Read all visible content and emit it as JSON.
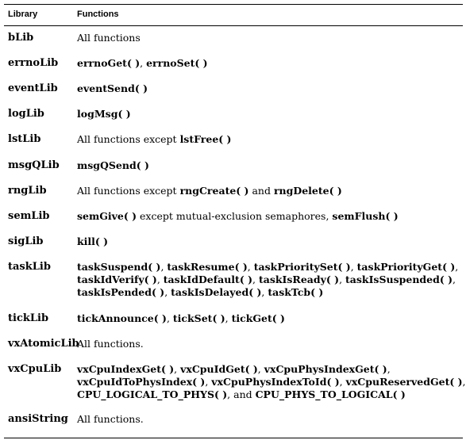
{
  "header": {
    "col_library": "Library",
    "col_functions": "Functions"
  },
  "rows": [
    {
      "library": "bLib",
      "lines": [
        [
          {
            "t": "All functions",
            "b": false
          }
        ]
      ]
    },
    {
      "library": "errnoLib",
      "lines": [
        [
          {
            "t": "errnoGet( )",
            "b": true
          },
          {
            "t": ", ",
            "b": false
          },
          {
            "t": "errnoSet( )",
            "b": true
          }
        ]
      ]
    },
    {
      "library": "eventLib",
      "lines": [
        [
          {
            "t": "eventSend( )",
            "b": true
          }
        ]
      ]
    },
    {
      "library": "logLib",
      "lines": [
        [
          {
            "t": "logMsg( )",
            "b": true
          }
        ]
      ]
    },
    {
      "library": "lstLib",
      "lines": [
        [
          {
            "t": "All functions except ",
            "b": false
          },
          {
            "t": "lstFree( )",
            "b": true
          }
        ]
      ]
    },
    {
      "library": "msgQLib",
      "lines": [
        [
          {
            "t": "msgQSend( )",
            "b": true
          }
        ]
      ]
    },
    {
      "library": "rngLib",
      "lines": [
        [
          {
            "t": "All functions except ",
            "b": false
          },
          {
            "t": "rngCreate( )",
            "b": true
          },
          {
            "t": " and ",
            "b": false
          },
          {
            "t": "rngDelete( )",
            "b": true
          }
        ]
      ]
    },
    {
      "library": "semLib",
      "lines": [
        [
          {
            "t": "semGive( )",
            "b": true
          },
          {
            "t": " except mutual-exclusion semaphores, ",
            "b": false
          },
          {
            "t": "semFlush( )",
            "b": true
          }
        ]
      ]
    },
    {
      "library": "sigLib",
      "lines": [
        [
          {
            "t": "kill( )",
            "b": true
          }
        ]
      ]
    },
    {
      "library": "taskLib",
      "lines": [
        [
          {
            "t": "taskSuspend( )",
            "b": true
          },
          {
            "t": ", ",
            "b": false
          },
          {
            "t": "taskResume( )",
            "b": true
          },
          {
            "t": ", ",
            "b": false
          },
          {
            "t": "taskPrioritySet( )",
            "b": true
          },
          {
            "t": ", ",
            "b": false
          },
          {
            "t": "taskPriorityGet( )",
            "b": true
          },
          {
            "t": ",",
            "b": false
          }
        ],
        [
          {
            "t": "taskIdVerify( )",
            "b": true
          },
          {
            "t": ", ",
            "b": false
          },
          {
            "t": "taskIdDefault( )",
            "b": true
          },
          {
            "t": ", ",
            "b": false
          },
          {
            "t": "taskIsReady( )",
            "b": true
          },
          {
            "t": ", ",
            "b": false
          },
          {
            "t": "taskIsSuspended( )",
            "b": true
          },
          {
            "t": ",",
            "b": false
          }
        ],
        [
          {
            "t": "taskIsPended( )",
            "b": true
          },
          {
            "t": ", ",
            "b": false
          },
          {
            "t": "taskIsDelayed( )",
            "b": true
          },
          {
            "t": ", ",
            "b": false
          },
          {
            "t": "taskTcb( )",
            "b": true
          }
        ]
      ]
    },
    {
      "library": "tickLib",
      "lines": [
        [
          {
            "t": "tickAnnounce( )",
            "b": true
          },
          {
            "t": ", ",
            "b": false
          },
          {
            "t": "tickSet( )",
            "b": true
          },
          {
            "t": ", ",
            "b": false
          },
          {
            "t": "tickGet( )",
            "b": true
          }
        ]
      ]
    },
    {
      "library": "vxAtomicLib",
      "lines": [
        [
          {
            "t": "All functions.",
            "b": false
          }
        ]
      ]
    },
    {
      "library": "vxCpuLib",
      "lines": [
        [
          {
            "t": "vxCpuIndexGet( )",
            "b": true
          },
          {
            "t": ", ",
            "b": false
          },
          {
            "t": "vxCpuIdGet( )",
            "b": true
          },
          {
            "t": ", ",
            "b": false
          },
          {
            "t": "vxCpuPhysIndexGet( )",
            "b": true
          },
          {
            "t": ",",
            "b": false
          }
        ],
        [
          {
            "t": "vxCpuIdToPhysIndex( )",
            "b": true
          },
          {
            "t": ", ",
            "b": false
          },
          {
            "t": "vxCpuPhysIndexToId( )",
            "b": true
          },
          {
            "t": ", ",
            "b": false
          },
          {
            "t": "vxCpuReservedGet( )",
            "b": true
          },
          {
            "t": ",",
            "b": false
          }
        ],
        [
          {
            "t": "CPU_LOGICAL_TO_PHYS( )",
            "b": true
          },
          {
            "t": ", and ",
            "b": false
          },
          {
            "t": "CPU_PHYS_TO_LOGICAL( )",
            "b": true
          }
        ]
      ]
    },
    {
      "library": "ansiString",
      "lines": [
        [
          {
            "t": "All functions.",
            "b": false
          }
        ]
      ]
    }
  ]
}
